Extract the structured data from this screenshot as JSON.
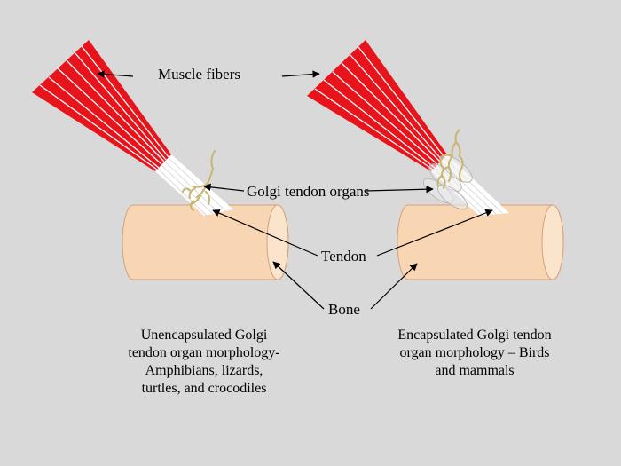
{
  "labels": {
    "muscle_fibers": "Muscle fibers",
    "golgi_tendon_organs": "Golgi tendon organs",
    "tendon": "Tendon",
    "bone": "Bone"
  },
  "captions": {
    "left": [
      "Unencapsulated Golgi",
      "tendon organ morphology-",
      "Amphibians, lizards,",
      "turtles, and crocodiles"
    ],
    "right": [
      "Encapsulated Golgi tendon",
      "organ morphology  – Birds",
      "and mammals"
    ]
  },
  "colors": {
    "background": "#d9d9d9",
    "muscle": "#e8141c",
    "tendon": "#ffffff",
    "bone_fill": "#f8d6b4",
    "bone_stroke": "#d4a079",
    "nerve": "#c8b66e",
    "capsule": "#e6e6e6"
  }
}
